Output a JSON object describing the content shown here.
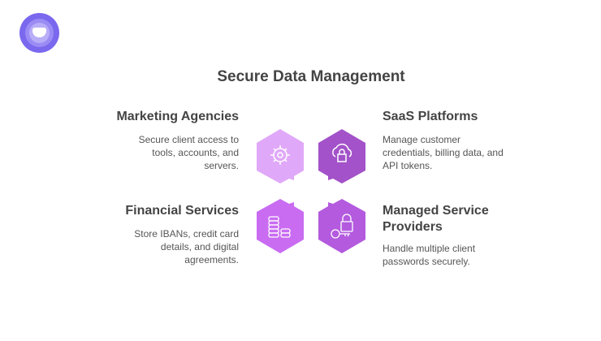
{
  "title": "Secure Data Management",
  "items": [
    {
      "heading": "Marketing Agencies",
      "desc": "Secure client access to tools, accounts, and servers.",
      "icon": "gear-icon",
      "color": "#e0a8f8"
    },
    {
      "heading": "SaaS Platforms",
      "desc": "Manage customer credentials, billing data, and API tokens.",
      "icon": "cloud-lock-icon",
      "color": "#a352c9"
    },
    {
      "heading": "Financial Services",
      "desc": "Store IBANs, credit card details, and digital agreements.",
      "icon": "coins-icon",
      "color": "#c96cf2"
    },
    {
      "heading": "Managed Service Providers",
      "desc": "Handle multiple client passwords securely.",
      "icon": "key-lock-icon",
      "color": "#b35ade"
    }
  ]
}
